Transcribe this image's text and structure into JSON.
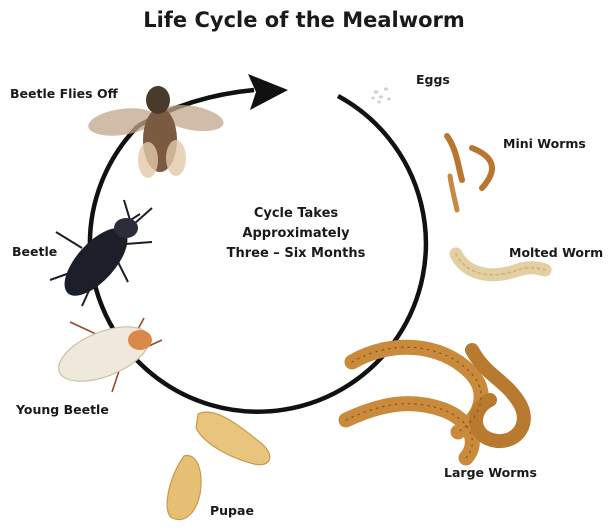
{
  "title": "Life Cycle of the Mealworm",
  "center_text": [
    "Cycle Takes",
    "Approximately",
    "Three – Six Months"
  ],
  "stages": {
    "eggs": "Eggs",
    "mini_worms": "Mini Worms",
    "molted_worm": "Molted Worm",
    "large_worms": "Large Worms",
    "pupae": "Pupae",
    "young_beetle": "Young Beetle",
    "beetle": "Beetle",
    "beetle_flies_off": "Beetle Flies Off"
  },
  "colors": {
    "cycle_line": "#111111",
    "larva": "#c98a3c",
    "pupa": "#e6c27a",
    "beetle": "#1c1e2a",
    "young_beetle": "#efe9dc"
  }
}
